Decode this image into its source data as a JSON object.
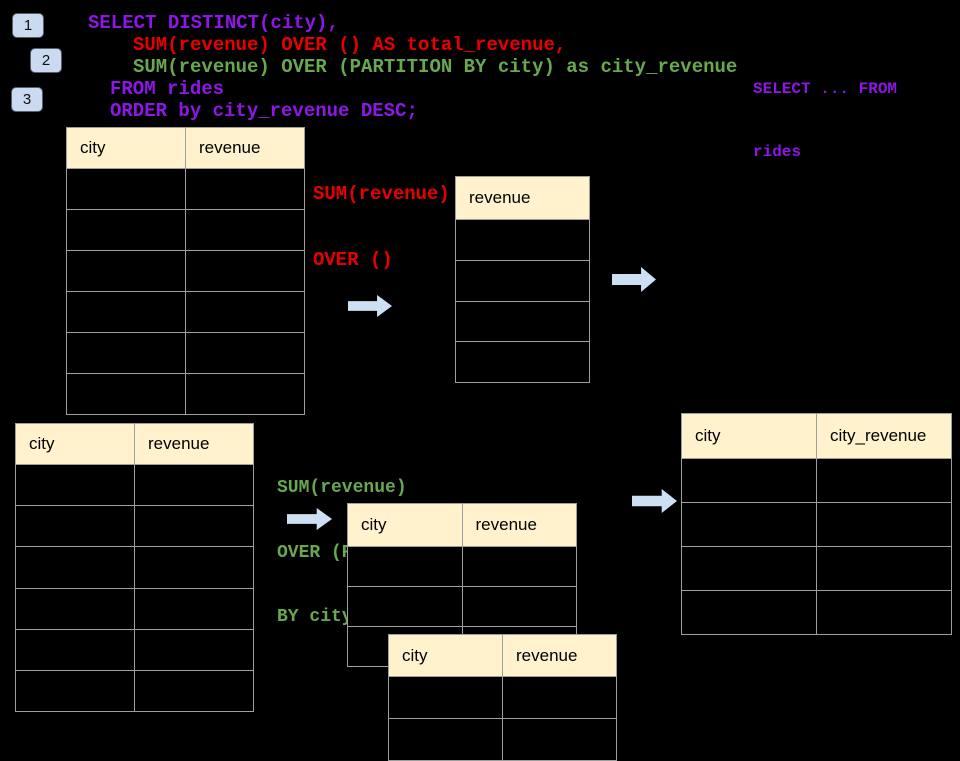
{
  "colors": {
    "background": "#000000",
    "code_purple": "#8E17E8",
    "code_red": "#E80000",
    "code_green": "#6AA84F",
    "table_header_fill": "#FFF2CC",
    "table_border": "#9E9E9E",
    "arrow_fill": "#CDDFF2",
    "badge_fill": "#C9DAF1"
  },
  "steps": [
    {
      "label": "1"
    },
    {
      "label": "2"
    },
    {
      "label": "3"
    }
  ],
  "sql": {
    "line1": "SELECT DISTINCT(city),",
    "line2": "SUM(revenue) OVER () AS total_revenue,",
    "line3": "SUM(revenue) OVER (PARTITION BY city) as city_revenue",
    "line4": "FROM rides",
    "line5": "ORDER by city_revenue DESC;"
  },
  "notes": {
    "from": {
      "line1": "SELECT ... FROM",
      "line2": "rides"
    },
    "total": {
      "line1": "SUM(revenue)",
      "line2": "OVER ()"
    },
    "partition": {
      "line1": "SUM(revenue)",
      "line2": "OVER (PARTITION",
      "line3": "BY city)"
    }
  },
  "tables": {
    "source_top": {
      "headers": {
        "col1": "city",
        "col2": "revenue"
      },
      "empty_rows": 6
    },
    "total_revenue": {
      "headers": {
        "col1": "revenue"
      },
      "empty_rows": 4
    },
    "source_bottom": {
      "headers": {
        "col1": "city",
        "col2": "revenue"
      },
      "empty_rows": 6
    },
    "partition_a": {
      "headers": {
        "col1": "city",
        "col2": "revenue"
      },
      "empty_rows": 3
    },
    "partition_b": {
      "headers": {
        "col1": "city",
        "col2": "revenue"
      },
      "empty_rows": 2
    },
    "result": {
      "headers": {
        "col1": "city",
        "col2": "city_revenue"
      },
      "empty_rows": 4
    }
  }
}
